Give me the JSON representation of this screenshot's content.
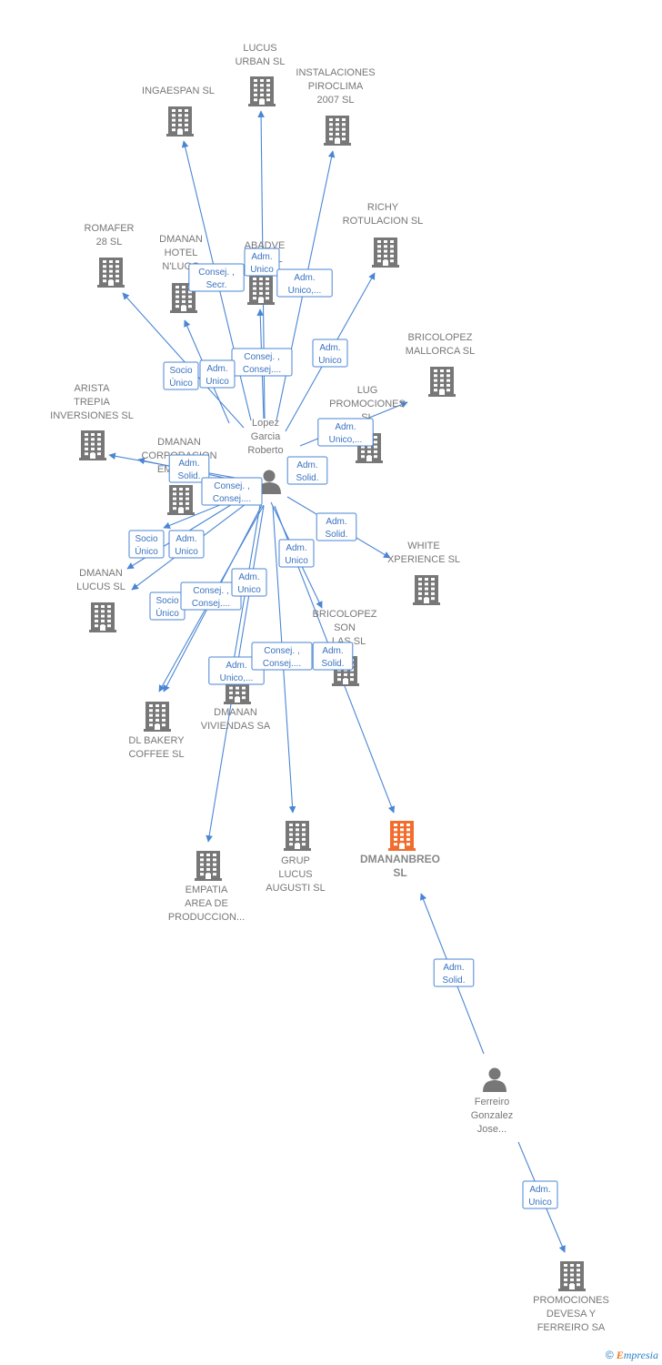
{
  "colors": {
    "edge": "#4a86d4",
    "building": "#777777",
    "building_highlight": "#f26d2d",
    "person": "#777777",
    "badge_text": "#3a72c0"
  },
  "nodes": [
    {
      "id": "lucus_urban",
      "type": "company",
      "lines": [
        "LUCUS",
        "URBAN SL"
      ]
    },
    {
      "id": "instalaciones",
      "type": "company",
      "lines": [
        "INSTALACIONES",
        "PIROCLIMA",
        "2007  SL"
      ]
    },
    {
      "id": "ingaespan",
      "type": "company",
      "lines": [
        "INGAESPAN SL"
      ]
    },
    {
      "id": "richy",
      "type": "company",
      "lines": [
        "RICHY",
        "ROTULACION SL"
      ]
    },
    {
      "id": "romafer",
      "type": "company",
      "lines": [
        "ROMAFER",
        "28  SL"
      ]
    },
    {
      "id": "dmanan_hotel",
      "type": "company",
      "lines": [
        "DMANAN",
        "HOTEL",
        "N'LUGO"
      ]
    },
    {
      "id": "abadve",
      "type": "company",
      "lines": [
        "ABADVE",
        "RO...SL"
      ]
    },
    {
      "id": "bricolopez_mallorca",
      "type": "company",
      "lines": [
        "BRICOLOPEZ",
        "MALLORCA SL"
      ]
    },
    {
      "id": "arista",
      "type": "company",
      "lines": [
        "ARISTA",
        "TREPIA",
        "INVERSIONES SL"
      ]
    },
    {
      "id": "lug_promociones",
      "type": "company",
      "lines": [
        "LUG",
        "PROMOCIONES",
        "SL"
      ]
    },
    {
      "id": "dmanan_corp",
      "type": "company",
      "lines": [
        "DMANAN",
        "CORPORACION",
        "EMPRE..."
      ]
    },
    {
      "id": "white_xperience",
      "type": "company",
      "lines": [
        "WHITE",
        "XPERIENCE SL"
      ]
    },
    {
      "id": "dmanan_lucus",
      "type": "company",
      "lines": [
        "DMANAN",
        "LUCUS  SL"
      ]
    },
    {
      "id": "bricolopez_son",
      "type": "company",
      "lines": [
        "BRICOLOPEZ",
        "SON",
        "...LAS SL"
      ]
    },
    {
      "id": "dl_bakery",
      "type": "company",
      "lines": [
        "DL BAKERY",
        "COFFEE SL"
      ]
    },
    {
      "id": "dmanan_viviendas",
      "type": "company",
      "lines": [
        "DMANAN",
        "VIVIENDAS SA"
      ]
    },
    {
      "id": "empatia",
      "type": "company",
      "lines": [
        "EMPATIA",
        "AREA DE",
        "PRODUCCION..."
      ]
    },
    {
      "id": "grup_lucus",
      "type": "company",
      "lines": [
        "GRUP",
        "LUCUS",
        "AUGUSTI SL"
      ]
    },
    {
      "id": "dmananbreo",
      "type": "company",
      "highlight": true,
      "lines": [
        "DMANANBREO",
        "SL"
      ]
    },
    {
      "id": "promociones_devesa",
      "type": "company",
      "lines": [
        "PROMOCIONES",
        "DEVESA Y",
        "FERREIRO SA"
      ]
    },
    {
      "id": "lopez_garcia",
      "type": "person",
      "lines": [
        "Lopez",
        "Garcia",
        "Roberto"
      ]
    },
    {
      "id": "ferreiro",
      "type": "person",
      "lines": [
        "Ferreiro",
        "Gonzalez",
        "Jose..."
      ]
    }
  ],
  "edges": [
    {
      "from": "lopez_garcia",
      "to": "lucus_urban",
      "label": [
        "Adm.",
        "Unico"
      ]
    },
    {
      "from": "lopez_garcia",
      "to": "ingaespan",
      "label": [
        "Consej. ,",
        "Secr."
      ]
    },
    {
      "from": "lopez_garcia",
      "to": "instalaciones",
      "label": [
        "Adm.",
        "Unico,..."
      ]
    },
    {
      "from": "lopez_garcia",
      "to": "richy",
      "label": [
        "Adm.",
        "Unico"
      ]
    },
    {
      "from": "lopez_garcia",
      "to": "abadve",
      "label": [
        "Consej. ,",
        "Consej...."
      ]
    },
    {
      "from": "lopez_garcia",
      "to": "romafer",
      "label": [
        "Socio",
        "Único"
      ]
    },
    {
      "from": "lopez_garcia",
      "to": "dmanan_hotel",
      "label": [
        "Adm.",
        "Unico"
      ]
    },
    {
      "from": "lopez_garcia",
      "to": "lug_promociones",
      "label": [
        "Adm.",
        "Unico,..."
      ]
    },
    {
      "from": "lopez_garcia",
      "to": "dmanan_corp",
      "label": [
        "Adm.",
        "Solid."
      ]
    },
    {
      "from": "lopez_garcia",
      "to": "dmanan_corp",
      "label": [
        "Consej. ,",
        "Consej...."
      ]
    },
    {
      "from": "lopez_garcia",
      "to": "arista",
      "label": [
        "Adm.",
        "Solid."
      ]
    },
    {
      "from": "lopez_garcia",
      "to": "white_xperience",
      "label": [
        "Adm.",
        "Solid."
      ]
    },
    {
      "from": "lopez_garcia",
      "to": "bricolopez_son",
      "label": [
        "Adm.",
        "Unico"
      ]
    },
    {
      "from": "lopez_garcia",
      "to": "dmanan_lucus",
      "label": [
        "Socio",
        "Único"
      ]
    },
    {
      "from": "lopez_garcia",
      "to": "dmanan_lucus",
      "label": [
        "Adm.",
        "Unico"
      ]
    },
    {
      "from": "lopez_garcia",
      "to": "dl_bakery",
      "label": [
        "Socio",
        "Único"
      ]
    },
    {
      "from": "lopez_garcia",
      "to": "dl_bakery",
      "label": [
        "Consej. ,",
        "Consej...."
      ]
    },
    {
      "from": "lopez_garcia",
      "to": "dmanan_viviendas",
      "label": [
        "Adm.",
        "Unico"
      ]
    },
    {
      "from": "lopez_garcia",
      "to": "empatia",
      "label": [
        "Adm.",
        "Unico,..."
      ]
    },
    {
      "from": "lopez_garcia",
      "to": "grup_lucus",
      "label": [
        "Consej. ,",
        "Consej...."
      ]
    },
    {
      "from": "lopez_garcia",
      "to": "dmananbreo",
      "label": [
        "Adm.",
        "Solid."
      ]
    },
    {
      "from": "ferreiro",
      "to": "dmananbreo",
      "label": [
        "Adm.",
        "Solid."
      ]
    },
    {
      "from": "ferreiro",
      "to": "promociones_devesa",
      "label": [
        "Adm.",
        "Unico"
      ]
    }
  ],
  "footer": {
    "copyright": "©",
    "brand_initial": "E",
    "brand_rest": "mpresia"
  }
}
